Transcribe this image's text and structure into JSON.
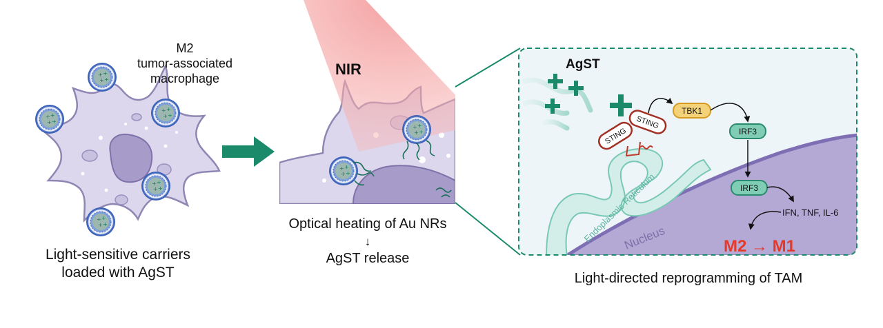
{
  "panel1": {
    "label_line1": "M2",
    "label_line2": "tumor-associated",
    "label_line3": "macrophage",
    "caption_line1": "Light-sensitive carriers",
    "caption_line2": "loaded with AgST"
  },
  "panel2": {
    "nir": "NIR",
    "caption_line1": "Optical heating of Au NRs",
    "arrow": "↓",
    "caption_line2": "AgST release"
  },
  "panel3": {
    "agst": "AgST",
    "sting_left": "STING",
    "sting_right": "STING",
    "tbk1": "TBK1",
    "irf3_top": "IRF3",
    "irf3_bottom": "IRF3",
    "cytokines": "IFN, TNF, IL-6",
    "er": "Endoplasmic Reticulum",
    "nucleus": "Nucleus",
    "m2_m1": "M2 → M1",
    "caption": "Light-directed reprogramming of TAM"
  },
  "colors": {
    "green": "#1a8a6a",
    "cell": "#d9d4ea",
    "cell_stroke": "#8f86b3",
    "nucleus": "#a79cc9",
    "red": "#e53a2a",
    "tbk1": "#f4d27a",
    "irf3": "#7fcdb4"
  }
}
